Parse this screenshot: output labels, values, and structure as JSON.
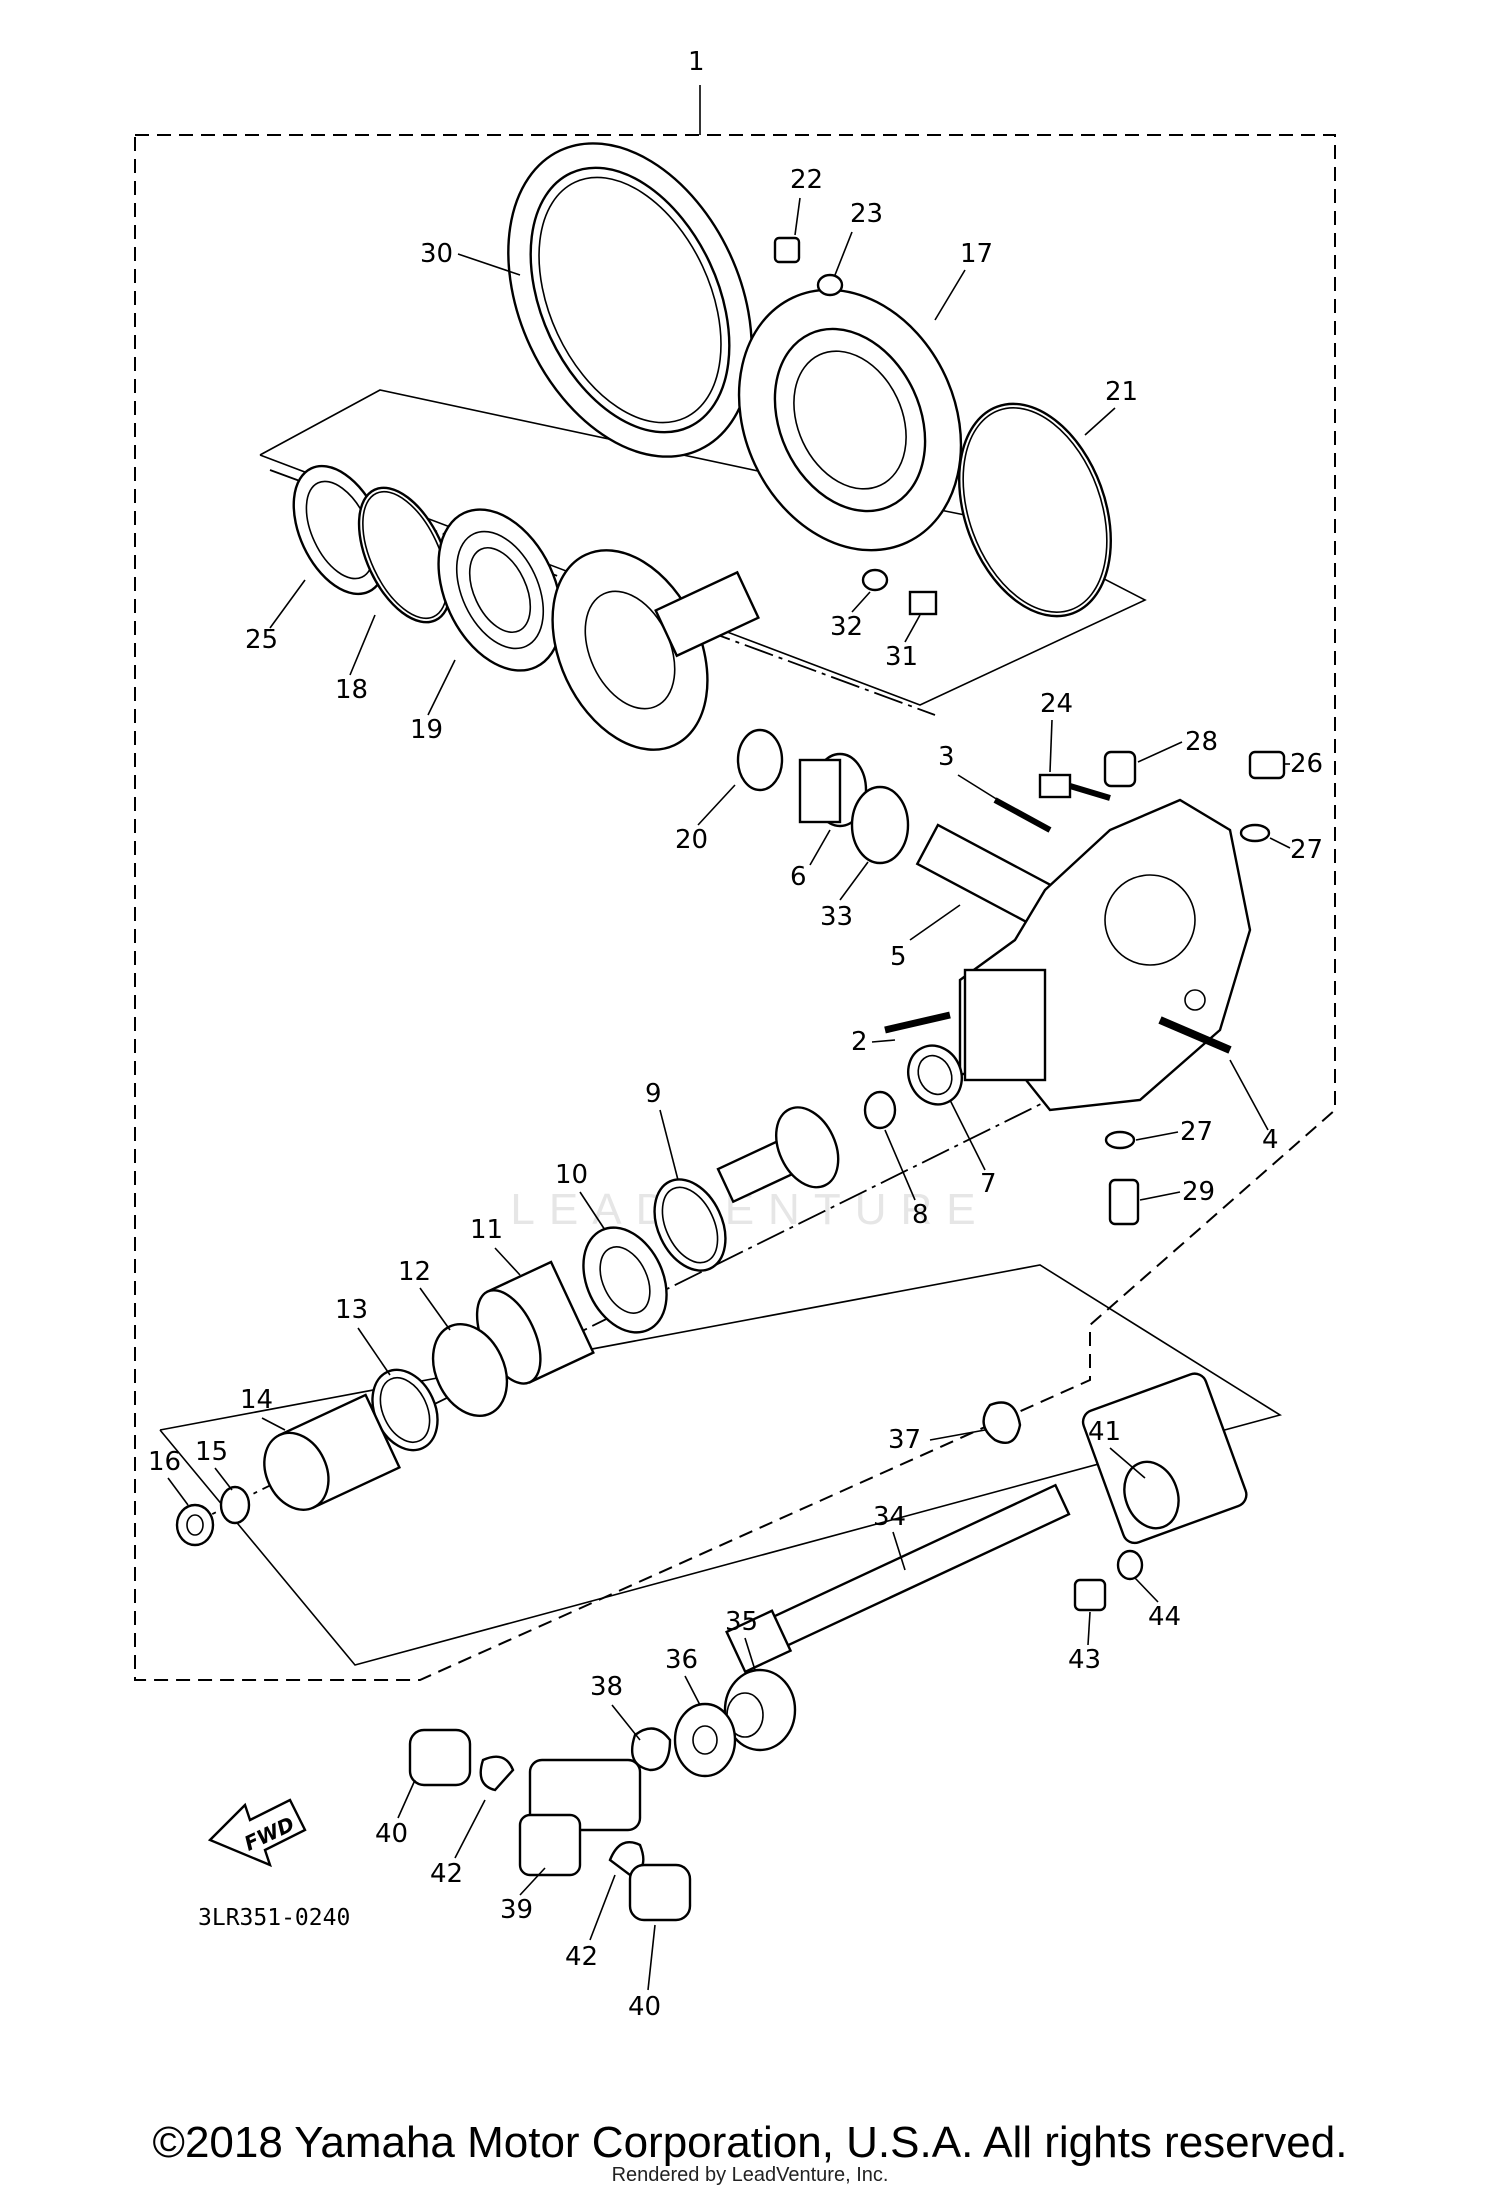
{
  "diagram": {
    "code": "3LR351-0240",
    "fwd_label": "FWD",
    "top_callout": "1",
    "callouts": [
      "2",
      "3",
      "4",
      "5",
      "6",
      "7",
      "8",
      "9",
      "10",
      "11",
      "12",
      "13",
      "14",
      "15",
      "16",
      "17",
      "18",
      "19",
      "20",
      "21",
      "22",
      "23",
      "24",
      "25",
      "26",
      "27",
      "27",
      "28",
      "29",
      "30",
      "31",
      "32",
      "33",
      "34",
      "35",
      "36",
      "37",
      "38",
      "39",
      "40",
      "40",
      "41",
      "42",
      "42",
      "43",
      "44"
    ]
  },
  "watermark": "LEADVENTURE",
  "footer": {
    "copyright": "©2018 Yamaha Motor Corporation, U.S.A. All rights reserved.",
    "rendered_by": "Rendered by LeadVenture, Inc."
  }
}
